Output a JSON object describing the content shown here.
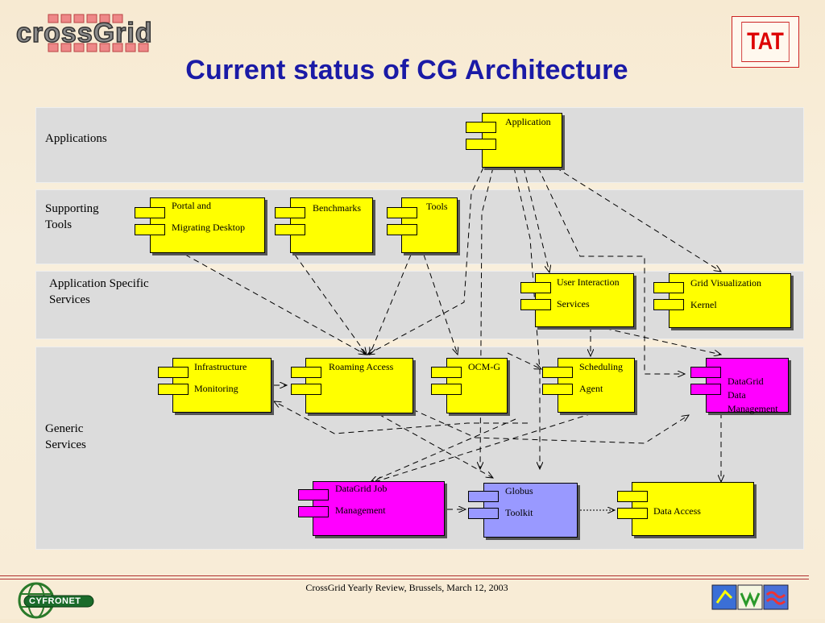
{
  "header": {
    "logo_text": "crossGrid",
    "title": "Current status of CG Architecture",
    "badge": "TAT"
  },
  "layers": [
    {
      "id": "applications",
      "label": "Applications"
    },
    {
      "id": "supporting",
      "label": "Supporting\nTools"
    },
    {
      "id": "app-specific",
      "label": "Application Specific\nServices"
    },
    {
      "id": "generic",
      "label": "Generic\nServices"
    }
  ],
  "components": {
    "application": {
      "line1": "Application",
      "line2": "",
      "color": "yellow"
    },
    "portal": {
      "line1": "Portal and",
      "line2": "Migrating Desktop",
      "color": "yellow"
    },
    "benchmarks": {
      "line1": "Benchmarks",
      "line2": "",
      "color": "yellow"
    },
    "tools": {
      "line1": "Tools",
      "line2": "",
      "color": "yellow"
    },
    "user_interaction": {
      "line1": "User Interaction",
      "line2": "Services",
      "color": "yellow"
    },
    "grid_vis": {
      "line1": "Grid Visualization",
      "line2": "Kernel",
      "color": "yellow"
    },
    "infra_mon": {
      "line1": "Infrastructure",
      "line2": "Monitoring",
      "color": "yellow"
    },
    "roaming": {
      "line1": "Roaming Access",
      "line2": "",
      "color": "yellow"
    },
    "ocmg": {
      "line1": "OCM-G",
      "line2": "",
      "color": "yellow"
    },
    "scheduling": {
      "line1": "Scheduling",
      "line2": "Agent",
      "color": "yellow"
    },
    "datagrid_dm": {
      "line1": "DataGrid",
      "line2": "Data\nManagement",
      "color": "magenta"
    },
    "datagrid_job": {
      "line1": "DataGrid Job",
      "line2": "Management",
      "color": "magenta"
    },
    "globus": {
      "line1": "Globus",
      "line2": "Toolkit",
      "color": "blue"
    },
    "data_access": {
      "line1": "",
      "line2": "Data Access",
      "color": "yellow"
    }
  },
  "colors": {
    "yellow": "#ffff00",
    "magenta": "#ff00ff",
    "blue": "#9999ff",
    "title": "#1a1aa6",
    "badge": "#dd0000"
  },
  "footer": {
    "text": "CrossGrid Yearly Review,  Brussels, March 12, 2003",
    "left_logo": "CYFRONET"
  }
}
